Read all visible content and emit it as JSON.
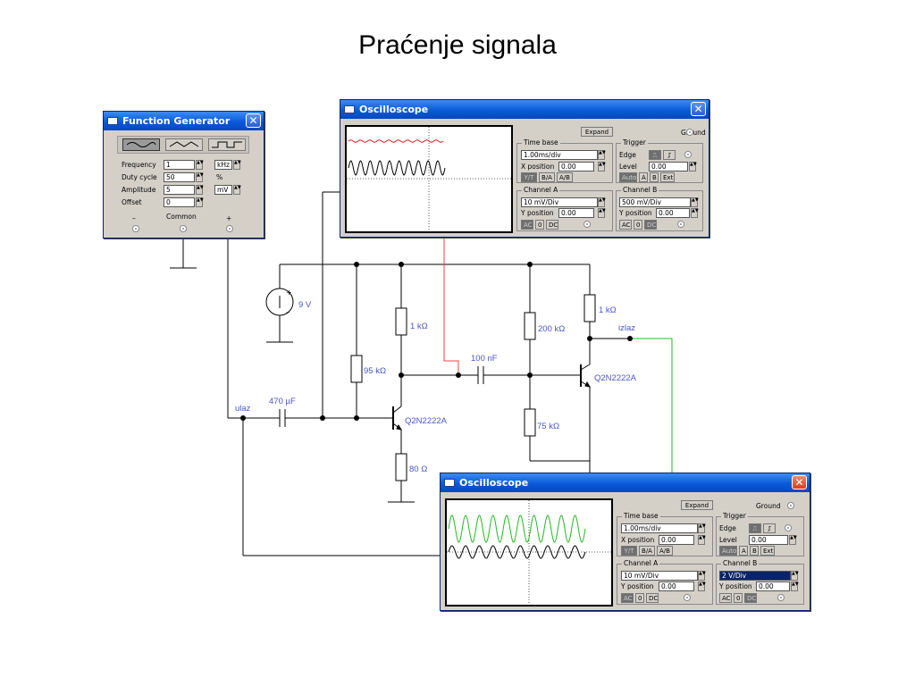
{
  "slide": {
    "title": "Praćenje signala"
  },
  "circuit": {
    "supply_label": "9 V",
    "cap_in_label": "470 µF",
    "input_node_label": "ulaz",
    "r_base_label": "95 kΩ",
    "r_collector1_label": "1 kΩ",
    "transistor1_label": "Q2N2222A",
    "r_emitter_label": "80 Ω",
    "cap_coupling_label": "100 nF",
    "r_bias_top_label": "200 kΩ",
    "r_bias_bottom_label": "75 kΩ",
    "r_collector2_label": "1 kΩ",
    "output_node_label": "izlaz",
    "transistor2_label": "Q2N2222A",
    "probe_colors": {
      "stage1": "#ee4444",
      "output": "#22bb22"
    }
  },
  "function_generator": {
    "title": "Function Generator",
    "frequency_label": "Frequency",
    "frequency_value": "1",
    "frequency_unit": "kHz",
    "duty_label": "Duty cycle",
    "duty_value": "50",
    "duty_unit": "%",
    "amplitude_label": "Amplitude",
    "amplitude_value": "5",
    "amplitude_unit": "mV",
    "offset_label": "Offset",
    "offset_value": "0",
    "minus_label": "–",
    "common_label": "Common",
    "plus_label": "+",
    "waveforms": [
      "sine",
      "triangle",
      "square"
    ]
  },
  "osc_top": {
    "title": "Oscilloscope",
    "expand_label": "Expand",
    "ground_label": "Ground",
    "timebase_title": "Time base",
    "timebase_value": "1.00ms/div",
    "xpos_label": "X position",
    "xpos_value": "0.00",
    "mode_buttons": [
      "Y/T",
      "B/A",
      "A/B"
    ],
    "trigger_title": "Trigger",
    "edge_label": "Edge",
    "level_label": "Level",
    "level_value": "0.00",
    "trigger_buttons": [
      "Auto",
      "A",
      "B",
      "Ext"
    ],
    "chA_title": "Channel A",
    "chA_value": "10 mV/Div",
    "chA_ypos_label": "Y position",
    "chA_ypos_value": "0.00",
    "chB_title": "Channel B",
    "chB_value": "500 mV/Div",
    "chB_ypos_label": "Y position",
    "chB_ypos_value": "0.00",
    "coupling_buttons": [
      "AC",
      "0",
      "DC"
    ],
    "trace_colors": {
      "a": "#000000",
      "b": "#dd2222"
    }
  },
  "osc_bottom": {
    "title": "Oscilloscope",
    "expand_label": "Expand",
    "ground_label": "Ground",
    "timebase_title": "Time base",
    "timebase_value": "1.00ms/div",
    "xpos_label": "X position",
    "xpos_value": "0.00",
    "mode_buttons": [
      "Y/T",
      "B/A",
      "A/B"
    ],
    "trigger_title": "Trigger",
    "edge_label": "Edge",
    "level_label": "Level",
    "level_value": "0.00",
    "trigger_buttons": [
      "Auto",
      "A",
      "B",
      "Ext"
    ],
    "chA_title": "Channel A",
    "chA_value": "10 mV/Div",
    "chA_ypos_label": "Y position",
    "chA_ypos_value": "0.00",
    "chB_title": "Channel B",
    "chB_value": "2  V/Div",
    "chB_ypos_label": "Y position",
    "chB_ypos_value": "0.00",
    "coupling_buttons": [
      "AC",
      "0",
      "DC"
    ],
    "trace_colors": {
      "a": "#000000",
      "b": "#22bb22"
    }
  }
}
